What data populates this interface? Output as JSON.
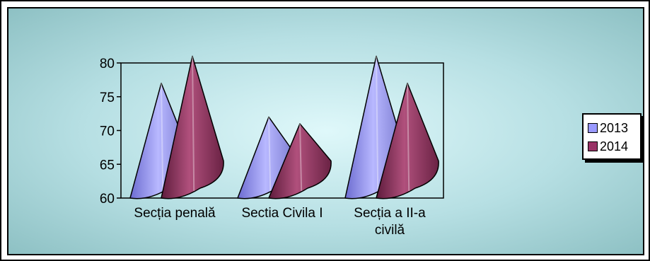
{
  "chart_data": {
    "type": "bar",
    "shape": "cone",
    "categories": [
      "Secția penală",
      "Sectia Civila I",
      "Secția a II-a civilă"
    ],
    "series": [
      {
        "name": "2013",
        "values": [
          77,
          72,
          81
        ],
        "color": "#9999ff"
      },
      {
        "name": "2014",
        "values": [
          81,
          71,
          77
        ],
        "color": "#993366"
      }
    ],
    "ylim": [
      60,
      80
    ],
    "yticks": [
      60,
      65,
      70,
      75,
      80
    ],
    "legend_position": "right",
    "background_color": "#a8d4d8"
  }
}
